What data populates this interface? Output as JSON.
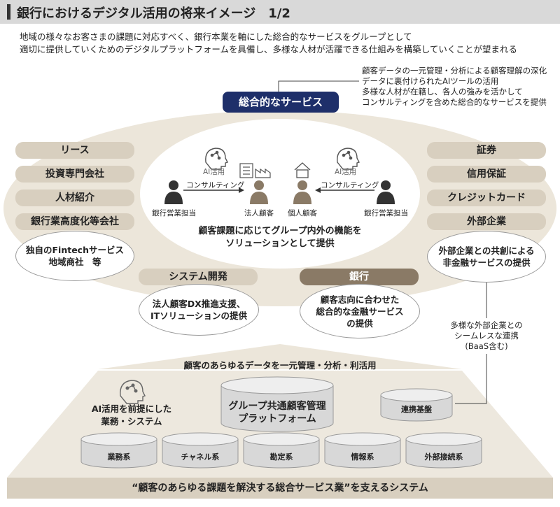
{
  "header": {
    "title": "銀行におけるデジタル活用の将来イメージ　1/2"
  },
  "subtitle": {
    "line1": "地域の様々なお客さまの課題に対応すべく、銀行本業を軸にした総合的なサービスをグループとして",
    "line2": "適切に提供していくためのデジタルプラットフォームを具備し、多様な人材が活躍できる仕組みを構築していくことが望まれる"
  },
  "notes": [
    "顧客データの一元管理・分析による顧客理解の深化",
    "データに裏付けられたAIツールの活用",
    "多様な人材が在籍し、各人の強みを活かして",
    "コンサルティングを含めた総合的なサービスを提供"
  ],
  "center": {
    "service_title": "総合的なサービス",
    "ai_left": "AI活用",
    "ai_right": "AI活用",
    "consult_left": "コンサルティング",
    "consult_right": "コンサルティング",
    "staff_left": "銀行営業担当",
    "corp_client": "法人顧客",
    "indiv_client": "個人顧客",
    "staff_right": "銀行営業担当",
    "solution_l1": "顧客課題に応じてグループ内外の機能を",
    "solution_l2": "ソリューションとして提供"
  },
  "left_pills": [
    "リース",
    "投資専門会社",
    "人材紹介",
    "銀行業高度化等会社"
  ],
  "left_bubble": {
    "l1": "独自のFintechサービス",
    "l2": "地域商社　等"
  },
  "right_pills": [
    "証券",
    "信用保証",
    "クレジットカード",
    "外部企業"
  ],
  "right_bubble": {
    "l1": "外部企業との共創による",
    "l2": "非金融サービスの提供"
  },
  "system": {
    "pill": "システム開発",
    "l1": "法人顧客DX推進支援、",
    "l2": "ITソリューションの提供"
  },
  "bank": {
    "pill": "銀行",
    "l1": "顧客志向に合わせた",
    "l2": "総合的な金融サービス",
    "l3": "の提供"
  },
  "external_link": {
    "l1": "多様な外部企業との",
    "l2": "シームレスな連携",
    "l3": "(BaaS含む)"
  },
  "platform": {
    "data_label": "顧客のあらゆるデータを一元管理・分析・利活用",
    "ai_l1": "AI活用を前提にした",
    "ai_l2": "業務・システム",
    "main_l1": "グループ共通顧客管理",
    "main_l2": "プラットフォーム",
    "link_base": "連携基盤",
    "systems": [
      "業務系",
      "チャネル系",
      "勘定系",
      "情報系",
      "外部接続系"
    ],
    "footer": "“顧客のあらゆる課題を解決する総合サービス業”を支えるシステム"
  },
  "colors": {
    "navy": "#1e2f6a",
    "beige": "#d8cfbf",
    "dark_beige": "#8a7a66",
    "light_bg": "#ece6da"
  }
}
